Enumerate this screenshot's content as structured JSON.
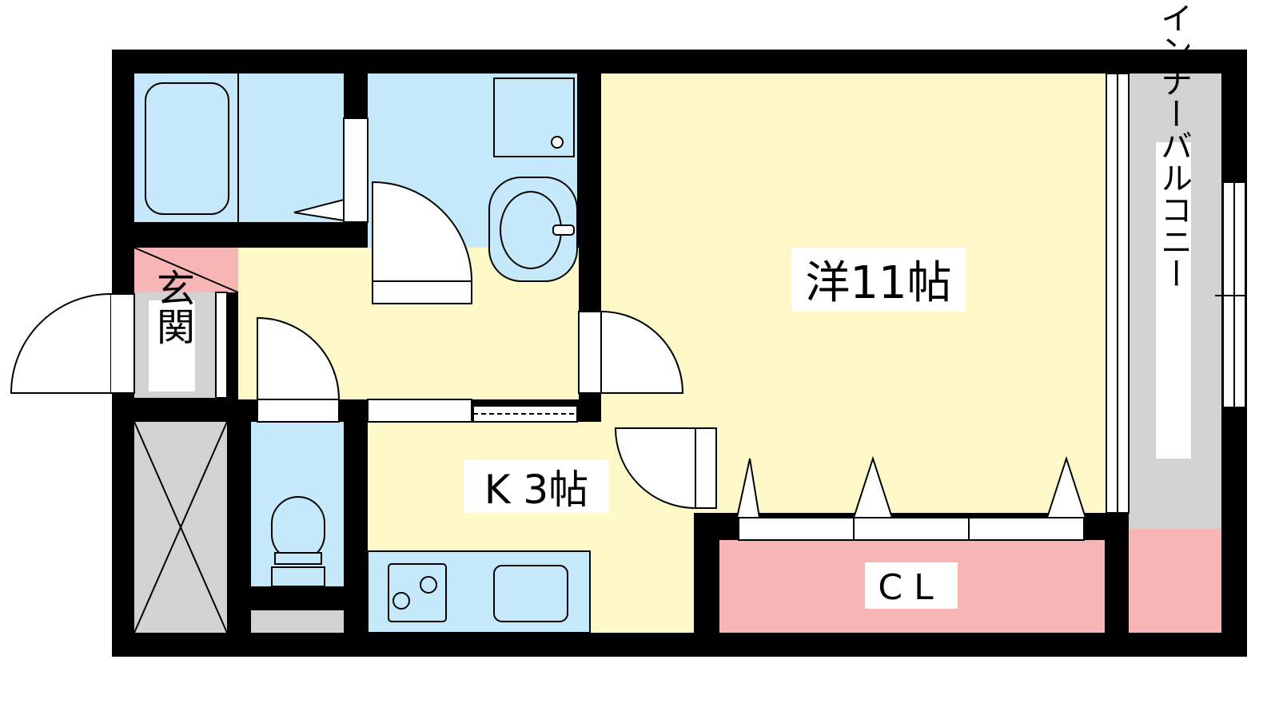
{
  "rooms": {
    "western_room": "洋11帖",
    "kitchen": "K 3帖",
    "closet": "CL",
    "entrance": "玄関",
    "inner_balcony": "インナーバルコニー"
  },
  "colors": {
    "wall": "#000000",
    "floor": "#FFF8C8",
    "wet_area": "#C5E9FA",
    "storage": "#F8B5B5",
    "balcony": "#D2D2D2",
    "background": "#FFFFFF"
  }
}
